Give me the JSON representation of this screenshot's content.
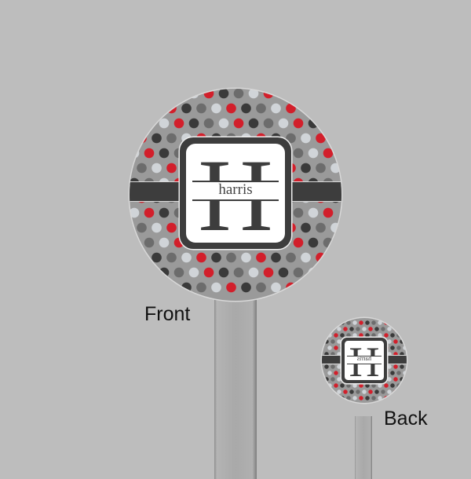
{
  "product": {
    "background_color": "#bdbdbd",
    "pattern": {
      "base_color": "#9a9a9a",
      "dot_colors": [
        "#d0d4d8",
        "#6c6c6c",
        "#3a3a3a",
        "#d21f2b"
      ]
    },
    "monogram": {
      "initial": "H",
      "name": "harris",
      "band_color": "#3d3d3d"
    }
  },
  "labels": {
    "front": "Front",
    "back": "Back"
  }
}
